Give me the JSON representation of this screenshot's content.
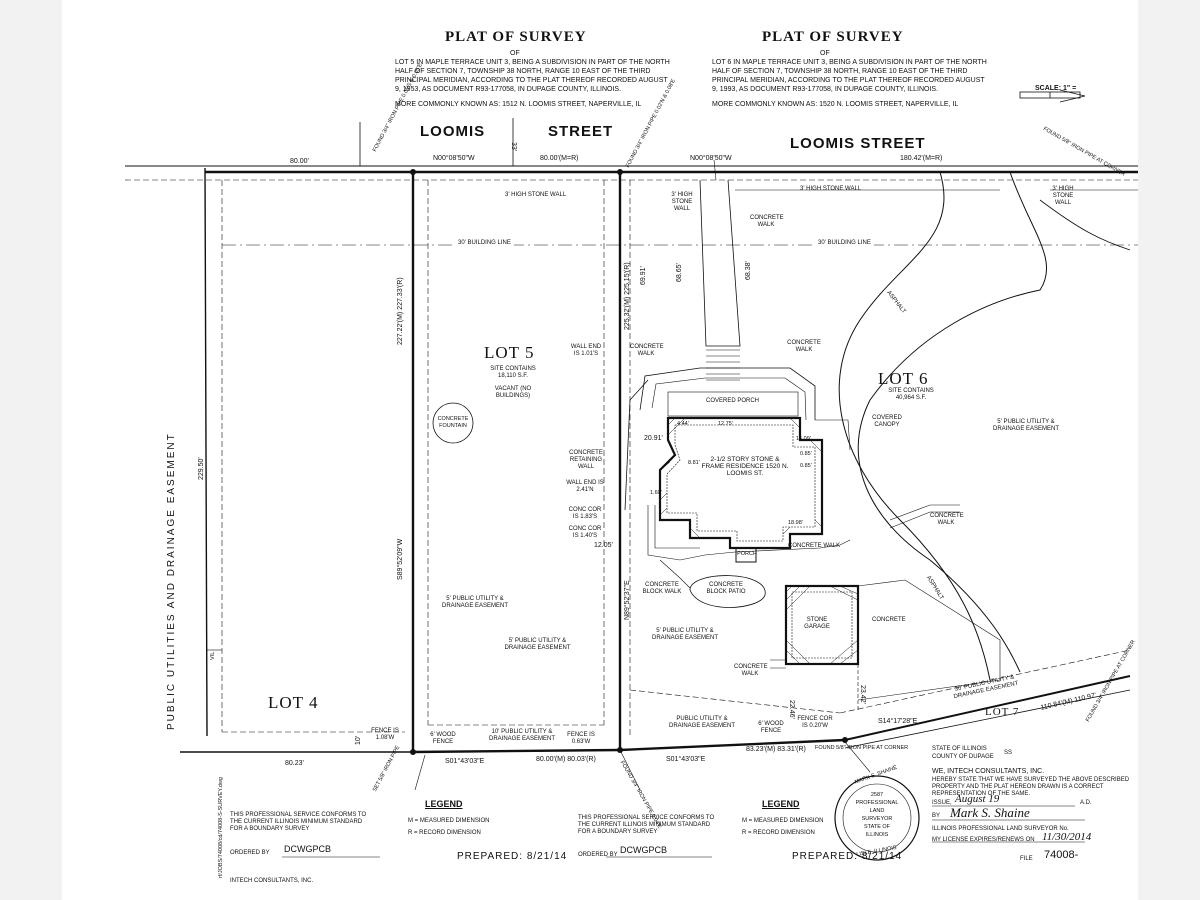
{
  "left": {
    "title": "PLAT OF SURVEY",
    "of": "OF",
    "desc": "LOT 5 IN MAPLE TERRACE UNIT 3, BEING A SUBDIVISION IN PART OF THE NORTH HALF OF SECTION 7, TOWNSHIP 38 NORTH, RANGE 10 EAST OF THE THIRD PRINCIPAL MERIDIAN, ACCORDING TO THE PLAT THEREOF RECORDED AUGUST 9, 1953, AS DOCUMENT R93-177058, IN DUPAGE COUNTY, ILLINOIS.",
    "known": "MORE COMMONLY KNOWN AS: 1512 N. LOOMIS STREET, NAPERVILLE, IL"
  },
  "right": {
    "title": "PLAT OF SURVEY",
    "of": "OF",
    "desc": "LOT 6 IN MAPLE TERRACE UNIT 3, BEING A SUBDIVISION IN PART OF THE NORTH HALF OF SECTION 7, TOWNSHIP 38 NORTH, RANGE 10 EAST OF THE THIRD PRINCIPAL MERIDIAN, ACCORDING TO THE PLAT THEREOF RECORDED AUGUST 9, 1993, AS DOCUMENT R93-177058, IN DUPAGE COUNTY, ILLINOIS.",
    "known": "MORE COMMONLY KNOWN AS: 1520 N. LOOMIS STREET, NAPERVILLE, IL",
    "scale": "SCALE: 1\" ="
  },
  "streets": {
    "loomis_a": "LOOMIS",
    "street_a": "STREET",
    "loomis_b": "LOOMIS STREET"
  },
  "row_width": "33'",
  "found": {
    "nw5": "FOUND 3/4\" IRON PIPE 0.05'S & 0.05'E",
    "ne5": "FOUND 3/4\" IRON PIPE 0.02'N & 0.08'E",
    "ne6": "FOUND 5/8\" IRON PIPE AT CORNER",
    "se5": "FOUND 3/4\" IRON PIPE 0.04'E",
    "sw5": "SET 5/8\" IRON PIPE",
    "se6": "FOUND 5/8\" IRON PIPE AT CORNER",
    "e7": "FOUND 3/4\" IRON PIPE AT CORNER"
  },
  "dims": {
    "north4": "80.00'",
    "north5_bearing": "N00°08'50\"W",
    "north5": "80.00'(M=R)",
    "north6_bearing": "N00°08'50\"W",
    "north6": "180.42'(M=R)",
    "west5": "227.22'(M) 227.33'(R)",
    "west5_bearing": "S89°52'09\"W",
    "east5": "225.32'(M) 225.15'(R)",
    "east5_bearing": "N89°52'37\"E",
    "lot4_side": "229.50'",
    "south4": "80.23'",
    "south5_bearing": "S01°43'03\"E",
    "south5": "80.00'(M) 80.03'(R)",
    "south6_bearing": "S01°43'03\"E",
    "south6": "83.23'(M) 83.31'(R)",
    "south6_e": "S14°17'28\"E",
    "lot7_dim": "110.84'(M) 110.97'",
    "off1": "68.65'",
    "off2": "69.91'",
    "off3": "68.38'",
    "d2090": "20.91'",
    "d1205": "12.05'",
    "d2246": "22.46'",
    "d2342": "23.42'"
  },
  "notes": {
    "stone_wall_3a": "3' HIGH STONE WALL",
    "stone_wall_3b": "3' HIGH STONE WALL",
    "stone_wall_long": "3' HIGH STONE WALL",
    "stone_wall_3c": "3' HIGH STONE WALL",
    "concrete_walk_top": "CONCRETE WALK",
    "building_line_a": "30' BUILDING LINE",
    "building_line_b": "30' BUILDING LINE",
    "asphalt_a": "ASPHALT",
    "asphalt_b": "ASPHALT",
    "wall_end_1": "WALL END IS 1.01'S",
    "concrete_walk_l": "CONCRETE WALK",
    "concrete_walk_r": "CONCRETE WALK",
    "covered_porch": "COVERED PORCH",
    "covered_canopy": "COVERED CANOPY",
    "residence": "2-1/2 STORY STONE & FRAME RESIDENCE 1520 N. LOOMIS ST.",
    "retaining": "CONCRETE RETAINING WALL",
    "wall_end_2": "WALL END IS 2.41'N",
    "conc_cor_1": "CONC COR IS 1.83'S",
    "conc_cor_2": "CONC COR IS 1.40'S",
    "porch": "PORCH",
    "concrete_walk_s": "CONCRETE WALK",
    "block_walk": "CONCRETE BLOCK WALK",
    "block_patio": "CONCRETE BLOCK PATIO",
    "stone_garage": "STONE GARAGE",
    "concrete_pad": "CONCRETE",
    "concrete_walk_g": "CONCRETE WALK",
    "concrete_walk_e": "CONCRETE WALK",
    "pue_6": "5' PUBLIC UTILITY & DRAINAGE EASEMENT",
    "pue_5w": "5' PUBLIC UTILITY & DRAINAGE EASEMENT",
    "pue_5e": "5' PUBLIC UTILITY & DRAINAGE EASEMENT",
    "pue_6w": "5' PUBLIC UTILITY & DRAINAGE EASEMENT",
    "pue_10": "10' PUBLIC UTILITY & DRAINAGE EASEMENT",
    "pue_6s": "PUBLIC UTILITY & DRAINAGE EASEMENT",
    "pue_30": "30' PUBLIC UTILITY & DRAINAGE EASEMENT",
    "pue_lot4": "PUBLIC UTILITIES AND DRAINAGE EASEMENT",
    "fountain": "CONCRETE FOUNTAIN",
    "vacant": "VACANT (NO BUILDINGS)",
    "fence_1": "FENCE IS 1.08'W",
    "wood_fence_a": "6' WOOD FENCE",
    "fence_2": "FENCE IS 0.63'W",
    "wood_fence_b": "6' WOOD FENCE",
    "fence_3": "FENCE COR IS 0.20'W",
    "dim_vl": "VIL",
    "off5": "10'"
  },
  "lots": {
    "lot4": "LOT 4",
    "lot5": "LOT 5",
    "lot5_area": "SITE CONTAINS 18,110 S.F.",
    "lot6": "LOT 6",
    "lot6_area": "SITE CONTAINS 40,964 S.F.",
    "lot7": "LOT 7"
  },
  "house": {
    "d1": "4.44'",
    "d2": "12.75'",
    "d3": "16.09'",
    "d4": "0.85'",
    "d5": "0.85'",
    "d6": "18.98'",
    "d7": "1.60'",
    "d8": "8.81'"
  },
  "footer": {
    "conform_a": "THIS PROFESSIONAL SERVICE CONFORMS TO THE CURRENT ILLINOIS MINIMUM STANDARD FOR A BOUNDARY SURVEY",
    "legend_a": "LEGEND",
    "m_a": "M = MEASURED DIMENSION",
    "r_a": "R = RECORD DIMENSION",
    "ordered_a": "ORDERED BY",
    "ordered_val_a": "DCWGPCB",
    "prepared_a": "PREPARED:  8/21/14",
    "company_a": "INTECH CONSULTANTS, INC.",
    "conform_b": "THIS PROFESSIONAL SERVICE CONFORMS TO THE CURRENT ILLINOIS MINIMUM STANDARD FOR A BOUNDARY SURVEY",
    "legend_b": "LEGEND",
    "m_b": "M = MEASURED DIMENSION",
    "r_b": "R = RECORD DIMENSION",
    "ordered_b": "ORDERED BY",
    "ordered_val_b": "DCWGPCB",
    "prepared_b": "PREPARED:  8/21/14",
    "state": "STATE OF ILLINOIS",
    "county": "COUNTY OF DUPAGE",
    "ss": "SS",
    "we": "WE, INTECH CONSULTANTS, INC.",
    "hereby": "HEREBY STATE THAT WE HAVE SURVEYED THE ABOVE DESCRIBED PROPERTY AND THE PLAT HEREON DRAWN IS A CORRECT REPRESENTATION OF THE SAME.",
    "issue_lbl": "ISSUE,",
    "issue_val": "August 19",
    "ad": "A.D.",
    "by_lbl": "BY",
    "signature": "Mark S. Shaine",
    "ipls": "ILLINOIS PROFESSIONAL LAND SURVEYOR  No.",
    "license_lbl": "MY LICENSE EXPIRES/RENEWS ON",
    "license_val": "11/30/2014",
    "file_lbl": "FILE",
    "file_val": "74008-",
    "side_file": "rf/JOBS/74008/cd/74008-S-SURVEY.dwg",
    "seal_name": "MARK S. SHAINE",
    "seal_no": "2587",
    "seal_l1": "PROFESSIONAL",
    "seal_l2": "LAND",
    "seal_l3": "SURVEYOR",
    "seal_l4": "STATE OF",
    "seal_l5": "ILLINOIS",
    "seal_city": "LISLE, ILLINOIS"
  }
}
